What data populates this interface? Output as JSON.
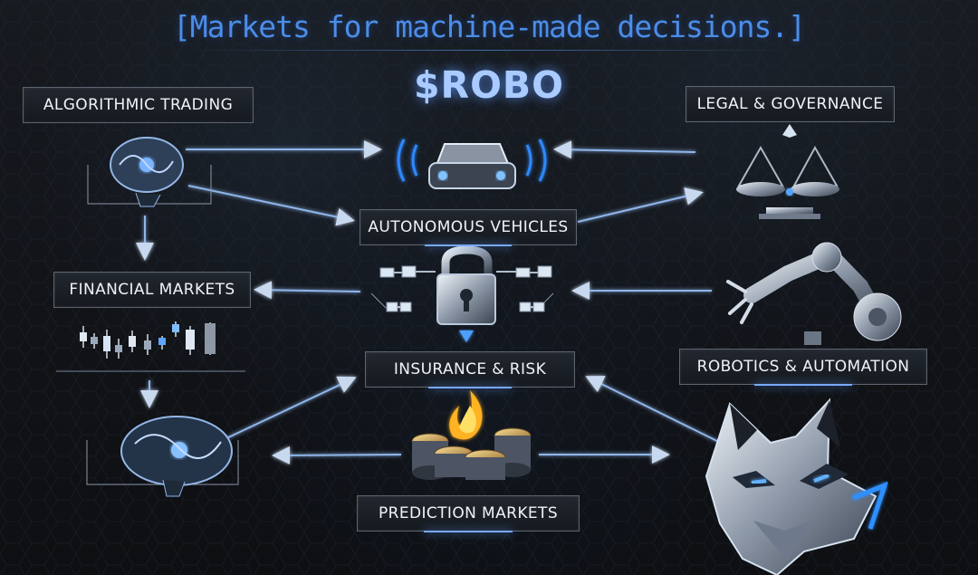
{
  "heading": "[Markets for machine-made decisions.]",
  "token": "$ROBO",
  "labels": {
    "algorithmic_trading": "ALGORITHMIC TRADING",
    "legal_governance": "LEGAL & GOVERNANCE",
    "autonomous_vehicles": "AUTONOMOUS VEHICLES",
    "financial_markets": "FINANCIAL MARKETS",
    "insurance_risk": "INSURANCE & RISK",
    "robotics_automation": "ROBOTICS & AUTOMATION",
    "prediction_markets": "PREDICTION MARKETS"
  },
  "colors": {
    "accent": "#4b8de9",
    "glow": "#78a9ff",
    "panel": "#1b2028"
  },
  "icons": [
    "brain-chip-icon",
    "car-icon",
    "scales-icon",
    "lock-icon",
    "robot-arm-icon",
    "candlestick-chart-icon",
    "coins-fire-icon",
    "wolf-icon"
  ]
}
